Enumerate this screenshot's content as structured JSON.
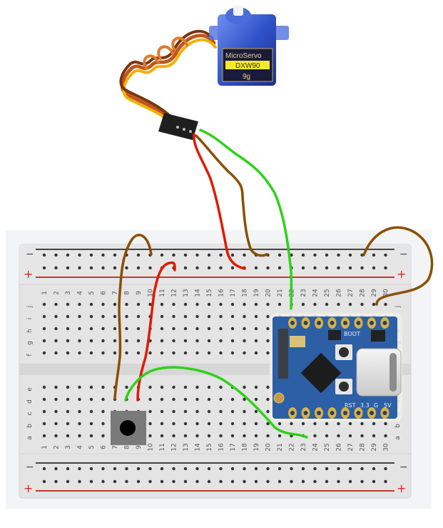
{
  "servo": {
    "brand": "MicroServo",
    "model": "DXW90",
    "weight": "9g"
  },
  "breadboard": {
    "columns": [
      "1",
      "2",
      "3",
      "4",
      "5",
      "6",
      "7",
      "8",
      "9",
      "10",
      "11",
      "12",
      "13",
      "14",
      "15",
      "16",
      "17",
      "18",
      "19",
      "20",
      "21",
      "22",
      "23",
      "24",
      "25",
      "26",
      "27",
      "28",
      "29",
      "30"
    ],
    "rows_top": [
      "j",
      "i",
      "h",
      "g",
      "f"
    ],
    "rows_bottom": [
      "e",
      "d",
      "c",
      "b",
      "a"
    ],
    "rail_minus": "−",
    "rail_plus": "+"
  },
  "board": {
    "labels": {
      "boot": "BOOT",
      "rst": "RST",
      "v33": "3.3",
      "gnd": "G",
      "v5": "5V"
    }
  },
  "colors": {
    "wire_brown": "#8a4f00",
    "wire_red": "#e01a00",
    "wire_green": "#2fd11a",
    "rail_red": "#cc3333",
    "pcb_blue": "#2c5fa6",
    "breadboard": "#e6e6e6"
  },
  "components": {
    "button": "push-button",
    "mcu": "microcontroller-board",
    "servo": "servo-motor"
  }
}
